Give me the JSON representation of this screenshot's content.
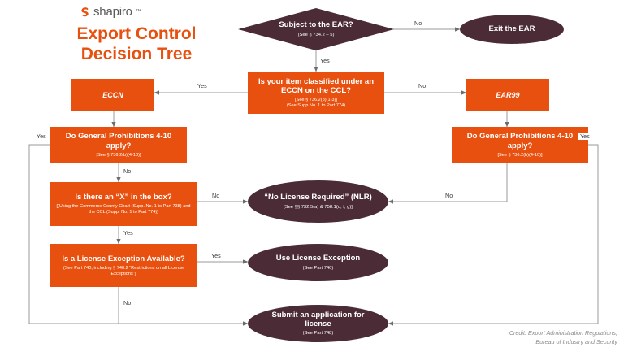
{
  "brand": {
    "name": "shapiro",
    "tm": "™",
    "logo_icon": "shapiro-swirl-logo"
  },
  "title": {
    "line1": "Export Control",
    "line2": "Decision Tree"
  },
  "credit": {
    "line1": "Credit: Export Administration Regulations,",
    "line2": "Bureau of Industry and Security"
  },
  "colors": {
    "orange": "#e8500f",
    "plum": "#4b2b36",
    "edge": "#8c8c8c",
    "text_gray": "#58595b"
  },
  "diagram": {
    "type": "flowchart",
    "nodes": [
      {
        "id": "subject-ear",
        "shape": "diamond",
        "title": "Subject to the EAR?",
        "sub": "(See § 734.2 – 5)"
      },
      {
        "id": "exit-ear",
        "shape": "ellipse",
        "title": "Exit the EAR",
        "sub": ""
      },
      {
        "id": "eccn-on-ccl",
        "shape": "rect",
        "title": "Is your item classified under an ECCN on the CCL?",
        "sub1": "[See § 736.2(b)(1-3)]",
        "sub2": "(See Supp No. 1 to Part 774)"
      },
      {
        "id": "eccn",
        "shape": "rect",
        "title": "ECCN",
        "sub": ""
      },
      {
        "id": "ear99",
        "shape": "rect",
        "title": "EAR99",
        "sub": ""
      },
      {
        "id": "gp-left",
        "shape": "rect",
        "title": "Do General Prohibitions 4-10 apply?",
        "sub": "[See § 736.2(b)(4-10)]"
      },
      {
        "id": "gp-right",
        "shape": "rect",
        "title": "Do General Prohibitions 4-10 apply?",
        "sub": "[See § 736.2(b)(4-10)]"
      },
      {
        "id": "x-in-box",
        "shape": "rect",
        "title": "Is there an “X” in the box?",
        "sub": "[(Using the Commerce County Chart (Supp. No. 1 to Part 738) and the CCL (Supp. No. 1 to Part 774)]"
      },
      {
        "id": "license-exception",
        "shape": "rect",
        "title": "Is a License Exception Available?",
        "sub": "(See Part 740, including § 740.2 “Restrictions on all License Exceptions”)"
      },
      {
        "id": "nlr",
        "shape": "ellipse",
        "title": "“No License Required” (NLR)",
        "sub": "[See §§ 732.5(a) & 758.1(d, f, g)]"
      },
      {
        "id": "use-license-exception",
        "shape": "ellipse",
        "title": "Use License Exception",
        "sub": "(See Part 740)"
      },
      {
        "id": "submit-application",
        "shape": "ellipse",
        "title": "Submit an application for license",
        "sub": "(See Part 748)"
      }
    ],
    "edges": [
      {
        "id": "e-subject-no",
        "from": "subject-ear",
        "to": "exit-ear",
        "label": "No"
      },
      {
        "id": "e-subject-yes",
        "from": "subject-ear",
        "to": "eccn-on-ccl",
        "label": "Yes"
      },
      {
        "id": "e-ccl-yes",
        "from": "eccn-on-ccl",
        "to": "eccn",
        "label": "Yes"
      },
      {
        "id": "e-ccl-no",
        "from": "eccn-on-ccl",
        "to": "ear99",
        "label": "No"
      },
      {
        "id": "e-eccn-down",
        "from": "eccn",
        "to": "gp-left",
        "label": ""
      },
      {
        "id": "e-ear99-down",
        "from": "ear99",
        "to": "gp-right",
        "label": ""
      },
      {
        "id": "e-gpleft-yes",
        "from": "gp-left",
        "to": "submit-application",
        "label": "Yes"
      },
      {
        "id": "e-gpleft-no",
        "from": "gp-left",
        "to": "x-in-box",
        "label": "No"
      },
      {
        "id": "e-gpright-yes",
        "from": "gp-right",
        "to": "submit-application",
        "label": "Yes"
      },
      {
        "id": "e-gpright-no",
        "from": "gp-right",
        "to": "nlr",
        "label": "No"
      },
      {
        "id": "e-xbox-no",
        "from": "x-in-box",
        "to": "nlr",
        "label": "No"
      },
      {
        "id": "e-xbox-yes",
        "from": "x-in-box",
        "to": "license-exception",
        "label": "Yes"
      },
      {
        "id": "e-lic-yes",
        "from": "license-exception",
        "to": "use-license-exception",
        "label": "Yes"
      },
      {
        "id": "e-lic-no",
        "from": "license-exception",
        "to": "submit-application",
        "label": "No"
      }
    ]
  }
}
